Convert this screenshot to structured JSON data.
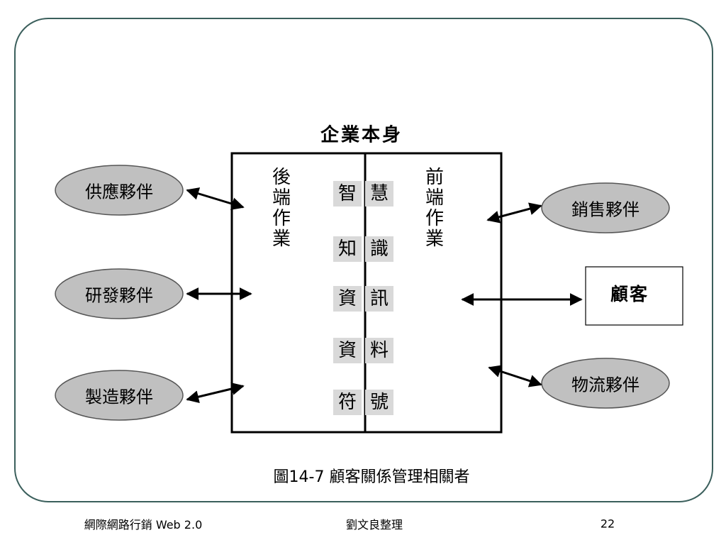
{
  "diagram": {
    "title": "企業本身",
    "back_office": "後端作業",
    "front_office": "前端作業",
    "hierarchy": [
      {
        "left": "智",
        "right": "慧"
      },
      {
        "left": "知",
        "right": "識"
      },
      {
        "left": "資",
        "right": "訊"
      },
      {
        "left": "資",
        "right": "料"
      },
      {
        "left": "符",
        "right": "號"
      }
    ],
    "partners_left": [
      "供應夥伴",
      "研發夥伴",
      "製造夥伴"
    ],
    "partners_right": [
      "銷售夥伴",
      "物流夥伴"
    ],
    "customer": "顧客",
    "caption": "圖14-7  顧客關係管理相關者",
    "colors": {
      "ellipse_fill": "#c0c0c0",
      "cell_fill": "#d9d9d9",
      "frame": "#3b5f5c"
    }
  },
  "footer": {
    "left": "網際網路行銷 Web 2.0",
    "center": "劉文良整理",
    "page": "22"
  }
}
